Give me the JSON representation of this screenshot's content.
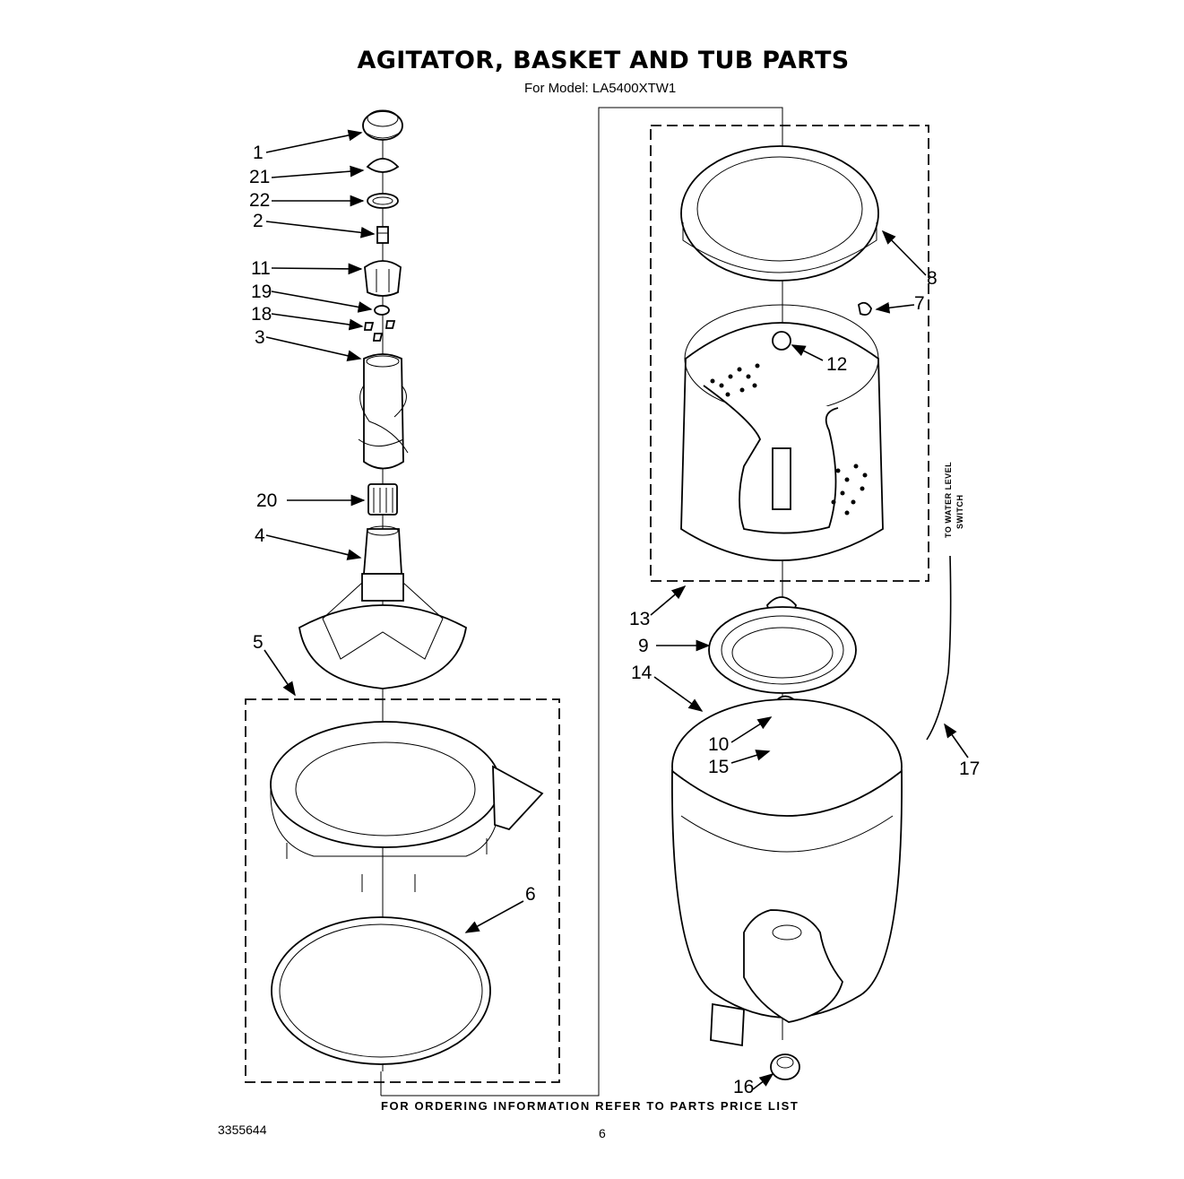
{
  "title": "AGITATOR, BASKET AND TUB PARTS",
  "subtitle": "For Model: LA5400XTW1",
  "footer": "FOR ORDERING INFORMATION REFER TO PARTS PRICE LIST",
  "document_number": "3355644",
  "page_number": "6",
  "side_note": {
    "line1": "TO WATER LEVEL",
    "line2": "SWITCH"
  },
  "callouts": {
    "c1": "1",
    "c21": "21",
    "c22": "22",
    "c2": "2",
    "c11": "11",
    "c19": "19",
    "c18": "18",
    "c3": "3",
    "c20": "20",
    "c4": "4",
    "c5": "5",
    "c6": "6",
    "c8": "8",
    "c7": "7",
    "c12": "12",
    "c13": "13",
    "c9": "9",
    "c14": "14",
    "c10": "10",
    "c15": "15",
    "c17": "17",
    "c16": "16"
  }
}
